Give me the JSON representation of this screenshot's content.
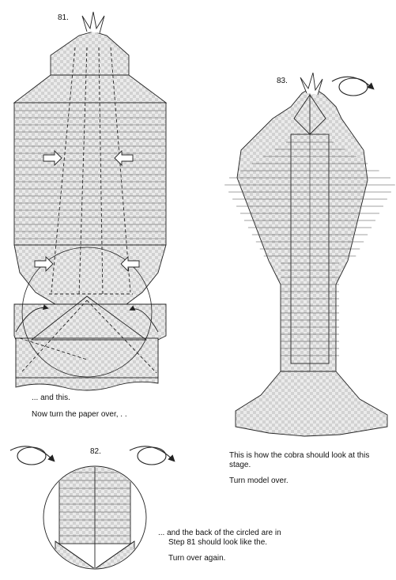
{
  "steps": [
    {
      "number": "81.",
      "captions": [
        "... and this.",
        "Now turn the paper over, . ."
      ]
    },
    {
      "number": "82.",
      "captions": [
        "... and the back of the circled are in",
        "Step 81 should look like the.",
        "Turn over again."
      ]
    },
    {
      "number": "83.",
      "captions": [
        "This is how the cobra should look at this",
        "stage.",
        "Turn model over."
      ]
    }
  ],
  "icons": {
    "turn_over": "turn-over-arrow-icon",
    "push_in": "push-arrow-icon"
  },
  "colors": {
    "paper_fill": "#e4e4e4",
    "checker": "#cfcfcf",
    "line": "#222222"
  }
}
